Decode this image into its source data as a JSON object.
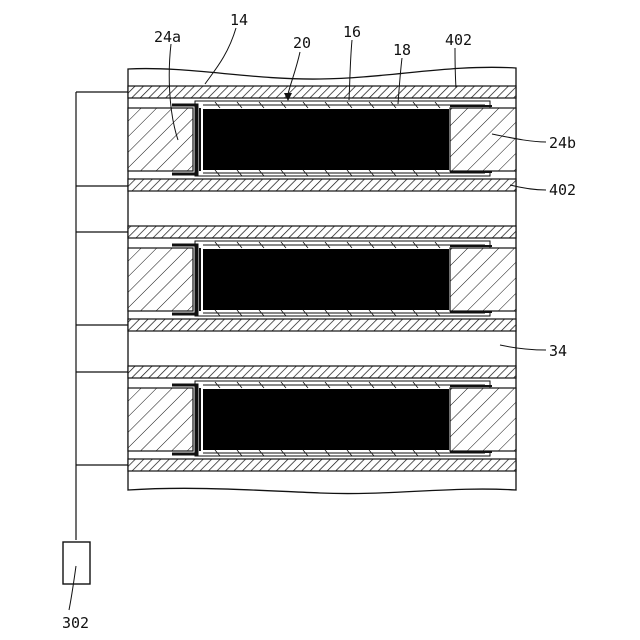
{
  "figure": {
    "labels": {
      "ref_24a": "24a",
      "ref_14": "14",
      "ref_20": "20",
      "ref_16": "16",
      "ref_18": "18",
      "ref_402_top": "402",
      "ref_24b": "24b",
      "ref_402_mid": "402",
      "ref_34": "34",
      "ref_302": "302"
    },
    "cell_count": 3,
    "colors": {
      "line": "#111111",
      "core": "#000000",
      "background": "#ffffff"
    }
  }
}
